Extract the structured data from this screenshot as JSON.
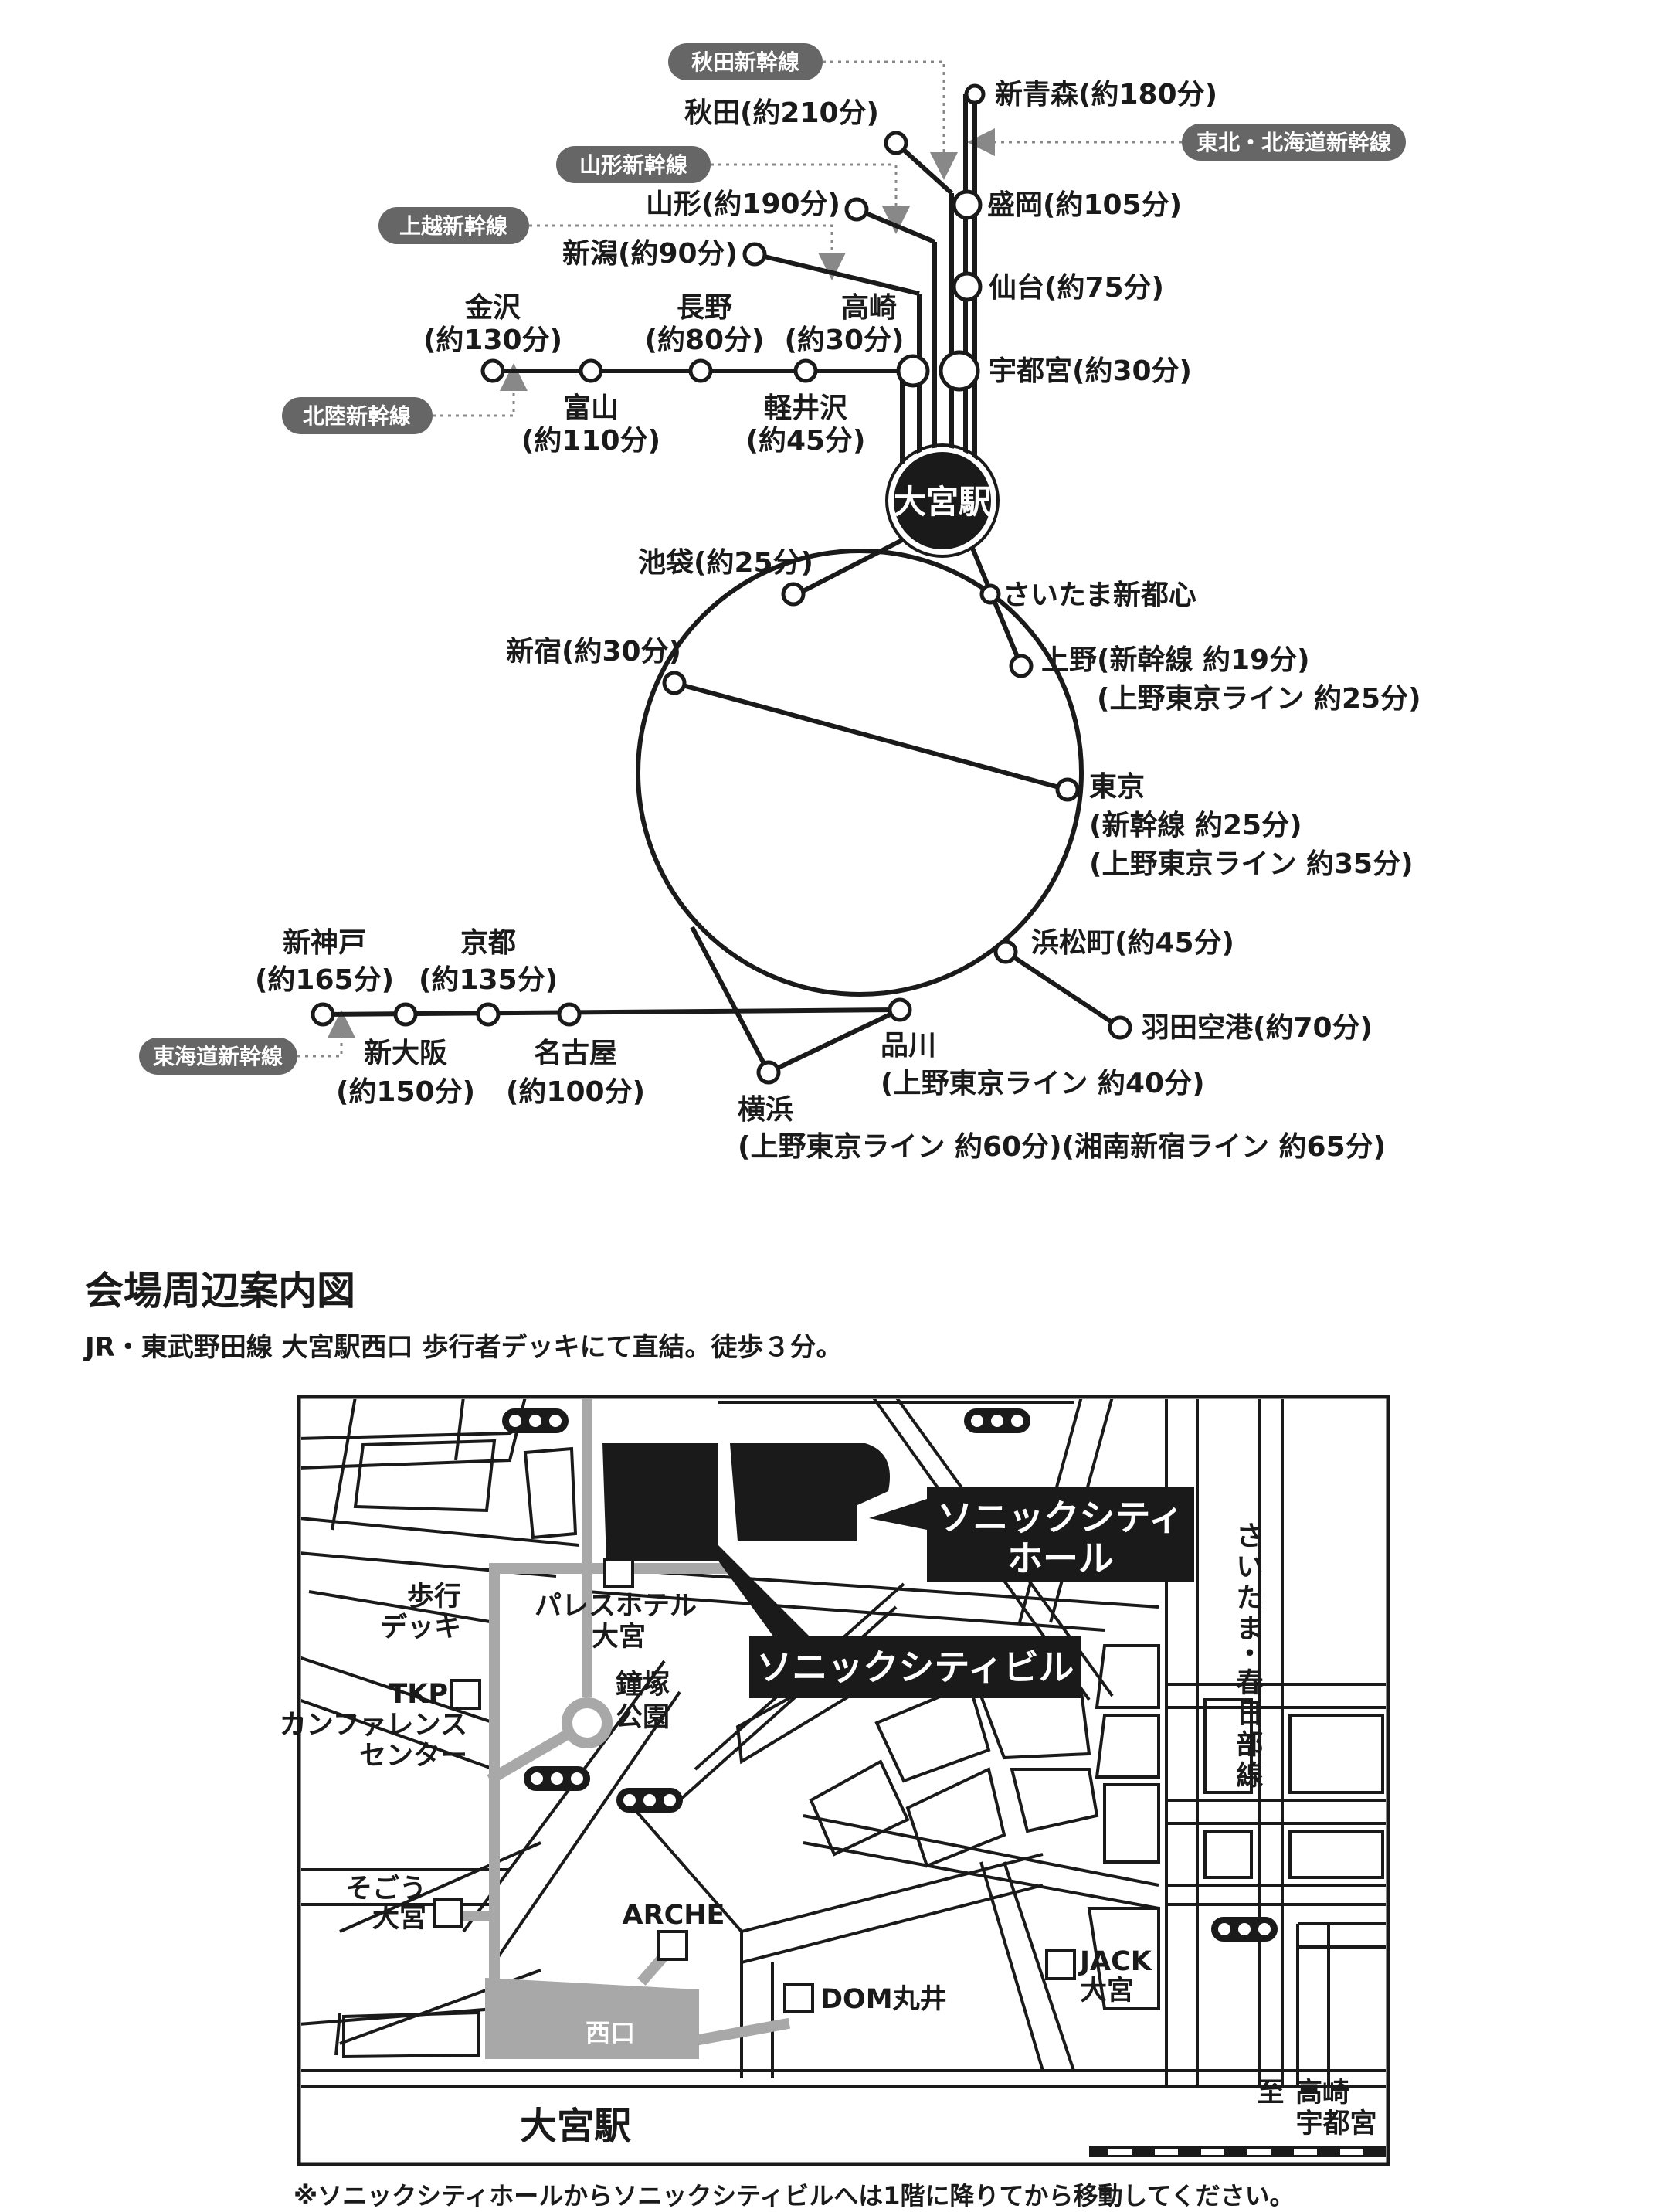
{
  "route_map": {
    "hub": "大宮駅",
    "lines": {
      "akita": "秋田新幹線",
      "tohoku": "東北・北海道新幹線",
      "yamagata": "山形新幹線",
      "joetsu": "上越新幹線",
      "hokuriku": "北陸新幹線",
      "tokaido": "東海道新幹線"
    },
    "stations": {
      "shin_aomori": "新青森(約180分)",
      "akita": "秋田(約210分)",
      "morioka": "盛岡(約105分)",
      "yamagata": "山形(約190分)",
      "sendai": "仙台(約75分)",
      "niigata": "新潟(約90分)",
      "utsunomiya": "宇都宮(約30分)",
      "kanazawa_1": "金沢",
      "kanazawa_2": "(約130分)",
      "nagano_1": "長野",
      "nagano_2": "(約80分)",
      "takasaki_1": "高崎",
      "takasaki_2": "(約30分)",
      "toyama_1": "富山",
      "toyama_2": "(約110分)",
      "karuizawa_1": "軽井沢",
      "karuizawa_2": "(約45分)",
      "ikebukuro": "池袋(約25分)",
      "saitama_shintoshin": "さいたま新都心",
      "ueno_1": "上野(新幹線 約19分)",
      "ueno_2": "(上野東京ライン 約25分)",
      "shinjuku": "新宿(約30分)",
      "tokyo_1": "東京",
      "tokyo_2": "(新幹線 約25分)",
      "tokyo_3": "(上野東京ライン 約35分)",
      "shin_kobe_1": "新神戸",
      "shin_kobe_2": "(約165分)",
      "kyoto_1": "京都",
      "kyoto_2": "(約135分)",
      "hamamatsucho": "浜松町(約45分)",
      "haneda": "羽田空港(約70分)",
      "shin_osaka_1": "新大阪",
      "shin_osaka_2": "(約150分)",
      "nagoya_1": "名古屋",
      "nagoya_2": "(約100分)",
      "shinagawa_1": "品川",
      "shinagawa_2": "(上野東京ライン 約40分)",
      "yokohama_1": "横浜",
      "yokohama_2": "(上野東京ライン 約60分)(湘南新宿ライン 約65分)"
    }
  },
  "area_map": {
    "title": "会場周辺案内図",
    "subtitle": "JR・東武野田線 大宮駅西口 歩行者デッキにて直結。徒歩３分。",
    "callout_hall_1": "ソニックシティ",
    "callout_hall_2": "ホール",
    "callout_building": "ソニックシティビル",
    "deck_1": "歩行",
    "deck_2": "デッキ",
    "palace_1": "パレスホテル",
    "palace_2": "大宮",
    "kanezuka_1": "鐘塚",
    "kanezuka_2": "公園",
    "tkp_1": "TKP",
    "tkp_2": "カンファレンス",
    "tkp_3": "センター",
    "sogo_1": "そごう",
    "sogo_2": "大宮",
    "arche": "ARCHE",
    "dom": "DOM丸井",
    "jack_1": "JACK",
    "jack_2": "大宮",
    "nishiguchi": "西口",
    "station": "大宮駅",
    "to_1": "至",
    "to_2": "高崎",
    "to_3": "宇都宮",
    "street": [
      "さ",
      "い",
      "た",
      "ま",
      "・",
      "春",
      "日",
      "部",
      "線"
    ],
    "footnote": "※ソニックシティホールからソニックシティビルへは1階に降りてから移動してください。"
  },
  "colors": {
    "ink": "#1a1a1a",
    "label_grey": "#666666",
    "deck_grey": "#a8a8a8",
    "background": "#ffffff"
  }
}
